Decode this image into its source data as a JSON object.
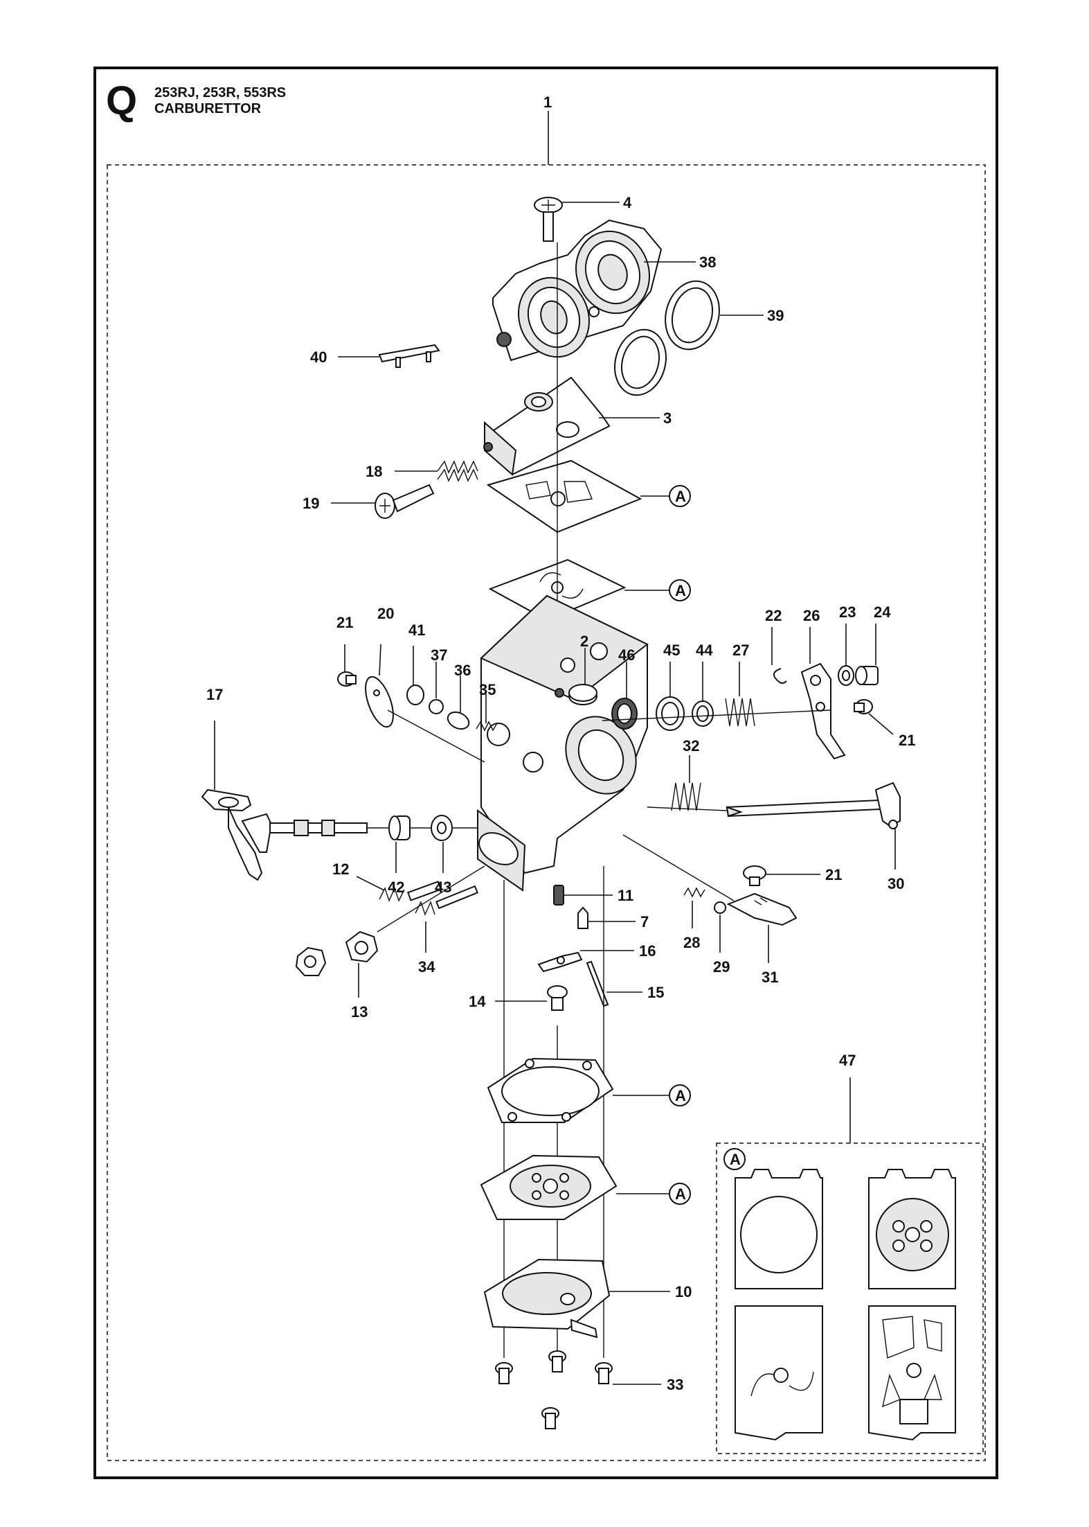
{
  "header": {
    "section_letter": "Q",
    "models": "253RJ, 253R, 553RS",
    "title": "CARBURETTOR"
  },
  "callouts": [
    {
      "id": "c1",
      "text": "1"
    },
    {
      "id": "c4",
      "text": "4"
    },
    {
      "id": "c38",
      "text": "38"
    },
    {
      "id": "c39",
      "text": "39"
    },
    {
      "id": "c40",
      "text": "40"
    },
    {
      "id": "c3",
      "text": "3"
    },
    {
      "id": "c18",
      "text": "18"
    },
    {
      "id": "c19",
      "text": "19"
    },
    {
      "id": "cA1",
      "text": "A"
    },
    {
      "id": "cA2",
      "text": "A"
    },
    {
      "id": "c21a",
      "text": "21"
    },
    {
      "id": "c20",
      "text": "20"
    },
    {
      "id": "c41",
      "text": "41"
    },
    {
      "id": "c37",
      "text": "37"
    },
    {
      "id": "c36",
      "text": "36"
    },
    {
      "id": "c35",
      "text": "35"
    },
    {
      "id": "c2",
      "text": "2"
    },
    {
      "id": "c46",
      "text": "46"
    },
    {
      "id": "c45",
      "text": "45"
    },
    {
      "id": "c44",
      "text": "44"
    },
    {
      "id": "c27",
      "text": "27"
    },
    {
      "id": "c22",
      "text": "22"
    },
    {
      "id": "c26",
      "text": "26"
    },
    {
      "id": "c23",
      "text": "23"
    },
    {
      "id": "c24",
      "text": "24"
    },
    {
      "id": "c21b",
      "text": "21"
    },
    {
      "id": "c17",
      "text": "17"
    },
    {
      "id": "c32",
      "text": "32"
    },
    {
      "id": "c42",
      "text": "42"
    },
    {
      "id": "c43",
      "text": "43"
    },
    {
      "id": "c30",
      "text": "30"
    },
    {
      "id": "c12",
      "text": "12"
    },
    {
      "id": "c21c",
      "text": "21"
    },
    {
      "id": "c11",
      "text": "11"
    },
    {
      "id": "c7",
      "text": "7"
    },
    {
      "id": "c28",
      "text": "28"
    },
    {
      "id": "c29",
      "text": "29"
    },
    {
      "id": "c31",
      "text": "31"
    },
    {
      "id": "c34",
      "text": "34"
    },
    {
      "id": "c16",
      "text": "16"
    },
    {
      "id": "c13",
      "text": "13"
    },
    {
      "id": "c14",
      "text": "14"
    },
    {
      "id": "c15",
      "text": "15"
    },
    {
      "id": "c47",
      "text": "47"
    },
    {
      "id": "cA3",
      "text": "A"
    },
    {
      "id": "cA4",
      "text": "A"
    },
    {
      "id": "cA5",
      "text": "A"
    },
    {
      "id": "c10",
      "text": "10"
    },
    {
      "id": "c33",
      "text": "33"
    }
  ],
  "colors": {
    "line": "#111111",
    "background": "#ffffff"
  }
}
